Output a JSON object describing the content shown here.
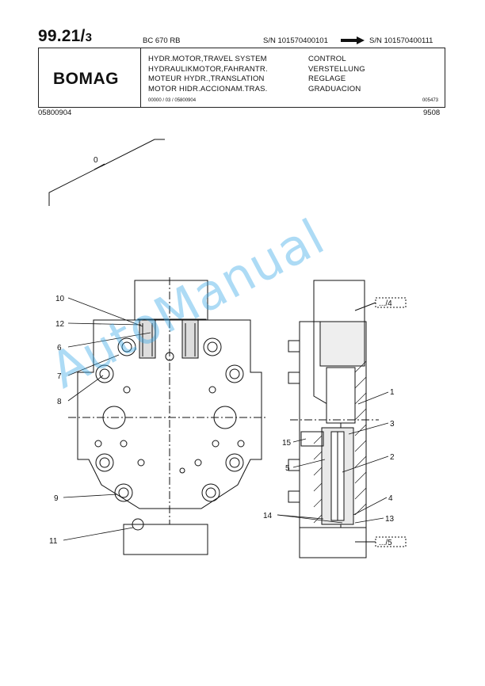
{
  "header": {
    "page_number": "99.21/",
    "page_sub": "3",
    "model": "BC 670 RB",
    "sn_from": "S/N 101570400101",
    "sn_to": "S/N 101570400111"
  },
  "title_block": {
    "logo": "BOMAG",
    "titles": [
      "HYDR.MOTOR,TRAVEL SYSTEM",
      "HYDRAULIKMOTOR,FAHRANTR.",
      "MOTEUR HYDR.,TRANSLATION",
      "MOTOR HIDR.ACCIONAM.TRAS."
    ],
    "subtitles": [
      "CONTROL",
      "VERSTELLUNG",
      "REGLAGE",
      "GRADUACION"
    ],
    "doc_code": "00000 / 03 / 05800904",
    "ref_code": "005473"
  },
  "footer_header": {
    "part_number": "05800904",
    "date_code": "9508"
  },
  "drawing": {
    "callouts_left": [
      "10",
      "12",
      "6",
      "7",
      "8",
      "9",
      "11"
    ],
    "callouts_right": [
      "1",
      "3",
      "15",
      "2",
      "5",
      "4",
      "14",
      "13"
    ],
    "view_label": "0",
    "ref_boxes": [
      ".../4",
      ".../5"
    ]
  },
  "watermark": "AutoManual",
  "colors": {
    "watermark": "#3caae6",
    "ink": "#111111"
  }
}
